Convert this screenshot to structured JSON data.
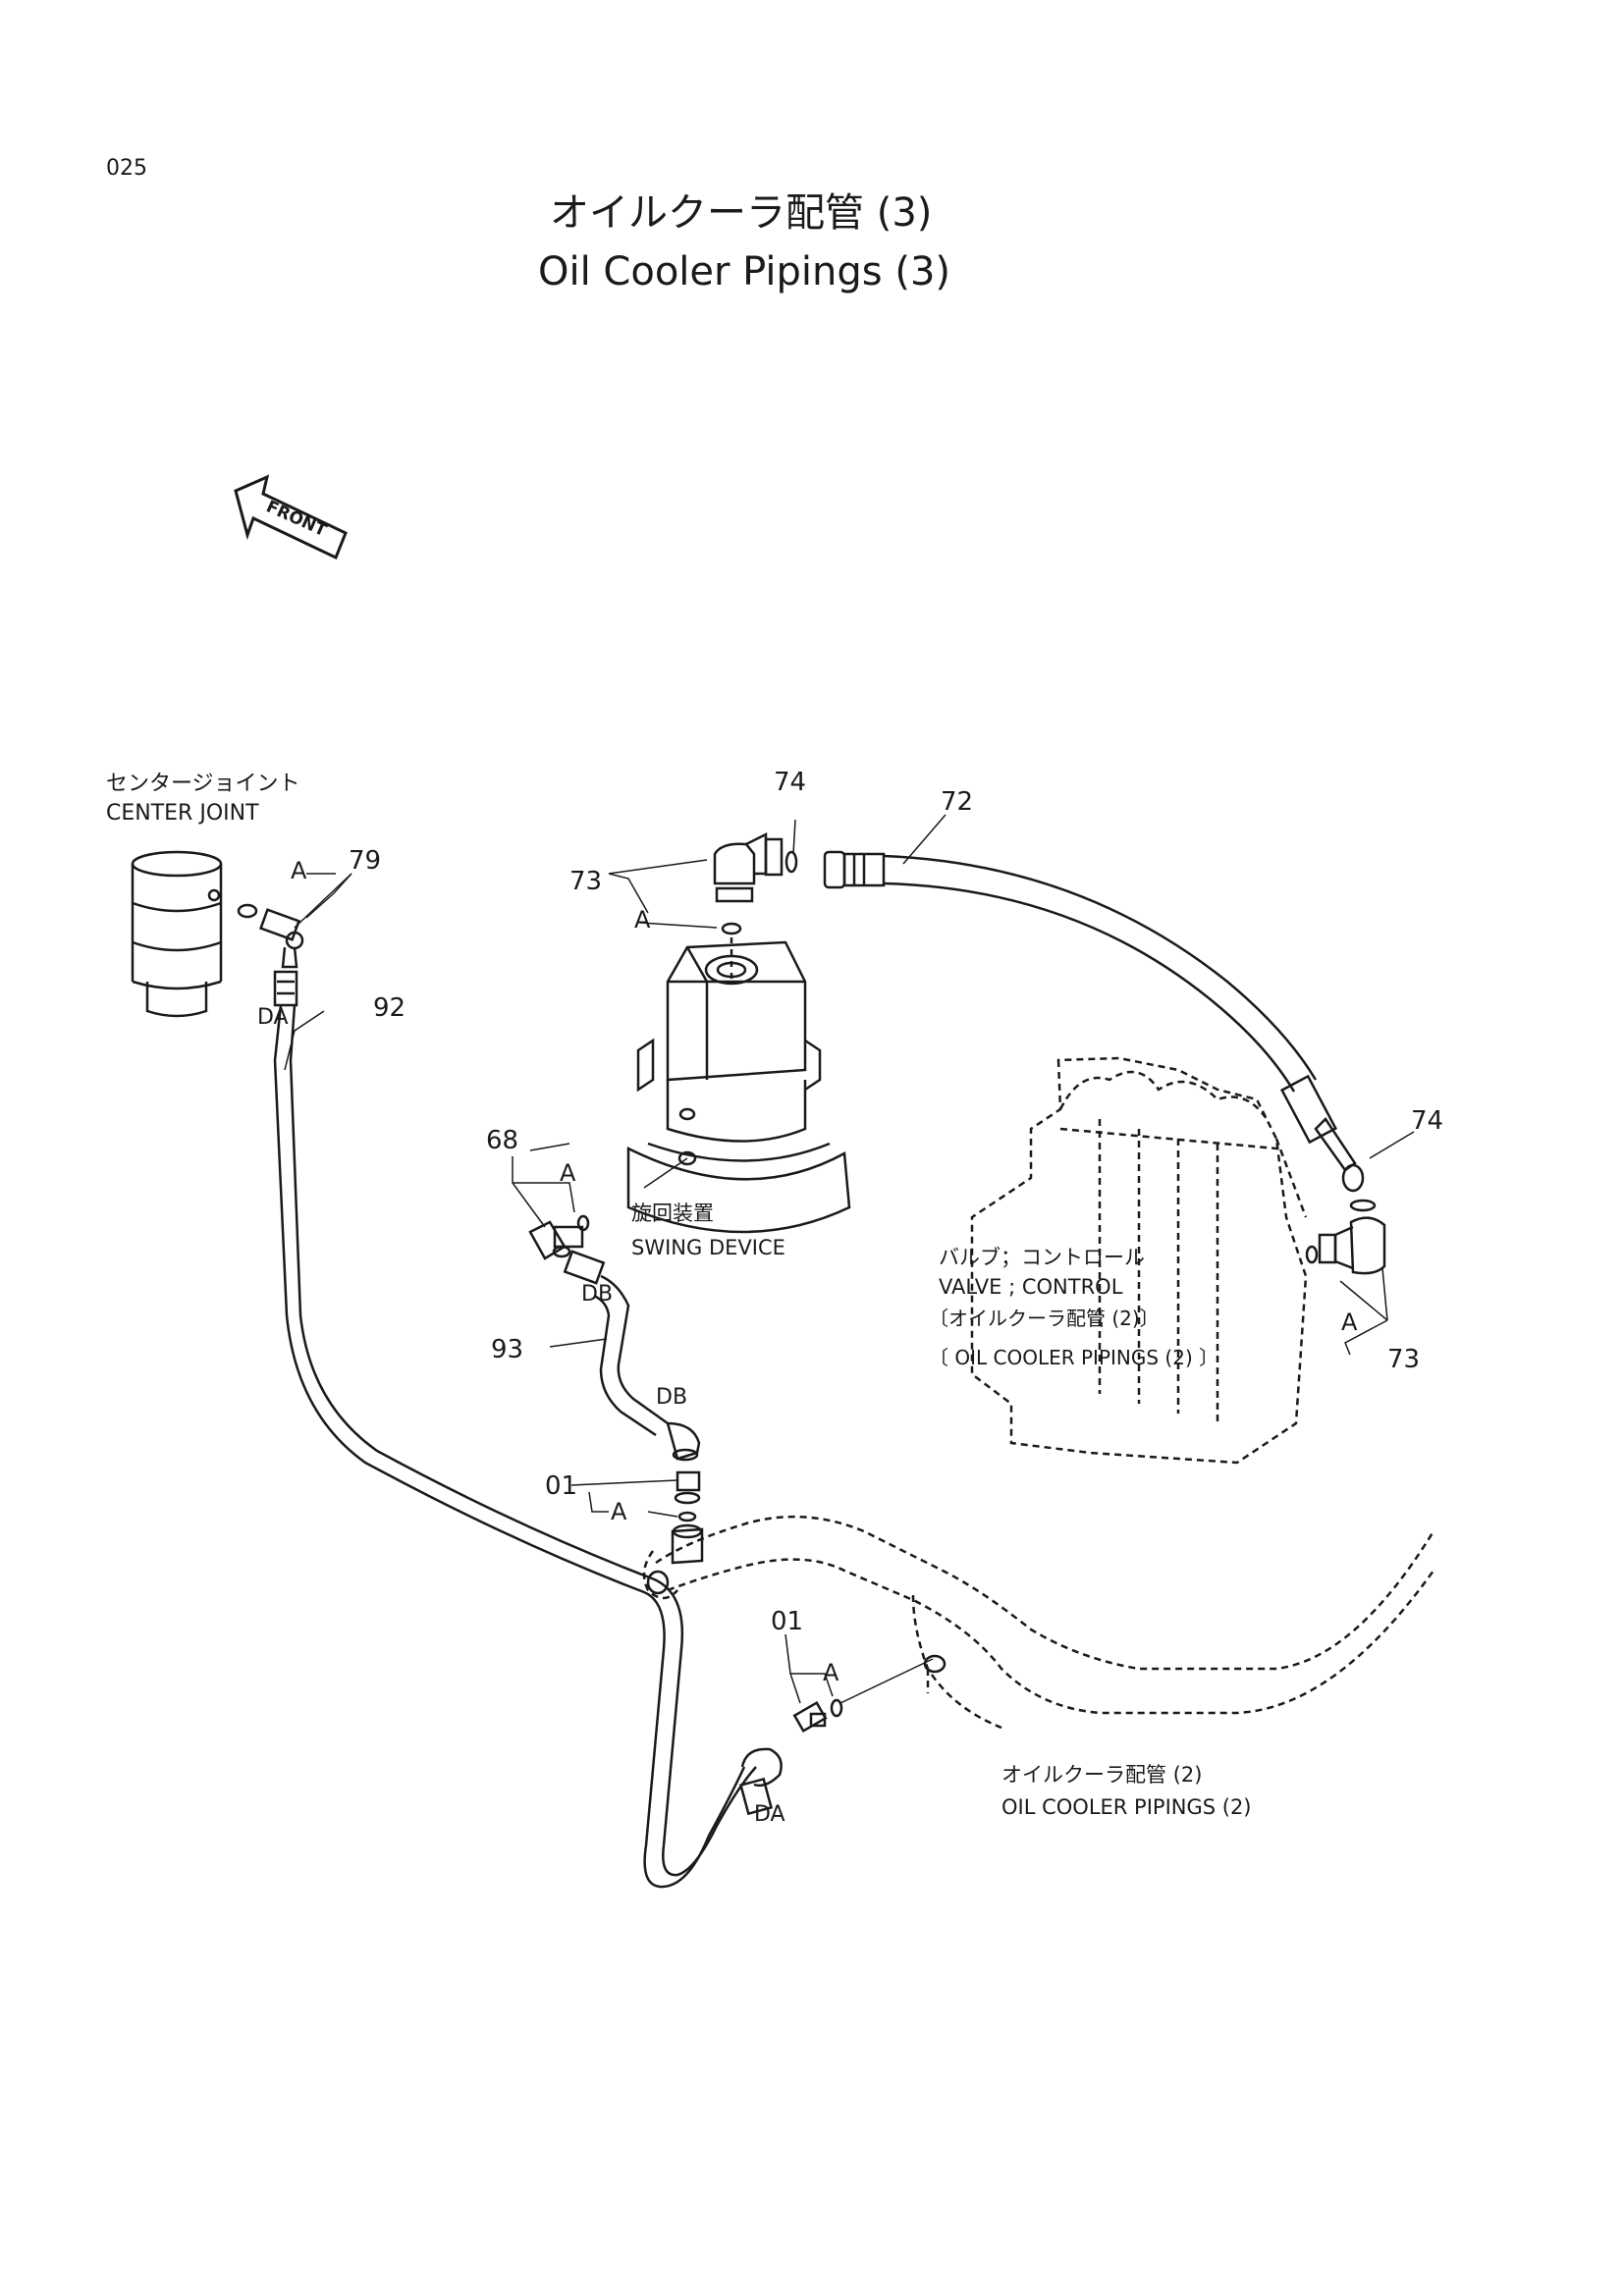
{
  "page_number": "025",
  "title_jp": "オイルクーラ配管 (3)",
  "title_en": "Oil Cooler Pipings (3)",
  "front_arrow": "FRONT",
  "components": {
    "center_joint_jp": "センタージョイント",
    "center_joint_en": "CENTER JOINT",
    "swing_device_jp": "旋回装置",
    "swing_device_en": "SWING DEVICE",
    "valve_jp": "バルブ；コントロール",
    "valve_en": "VALVE ; CONTROL",
    "valve_ref_jp": "〔オイルクーラ配管 (2)〕",
    "valve_ref_en": "〔 OIL  COOLER  PIPINGS (2) 〕",
    "pipings2_jp": "オイルクーラ配管 (2)",
    "pipings2_en": "OIL  COOLER  PIPINGS (2)"
  },
  "callouts": {
    "p79": "79",
    "p92": "92",
    "p73_left": "73",
    "p74_top": "74",
    "p72": "72",
    "p74_right": "74",
    "p73_right": "73",
    "p68": "68",
    "p93": "93",
    "p01_upper": "01",
    "p01_lower": "01"
  },
  "markers": {
    "a": "A",
    "da": "DA",
    "db": "DB"
  },
  "colors": {
    "ink": "#1a1a1a",
    "paper": "#ffffff"
  }
}
